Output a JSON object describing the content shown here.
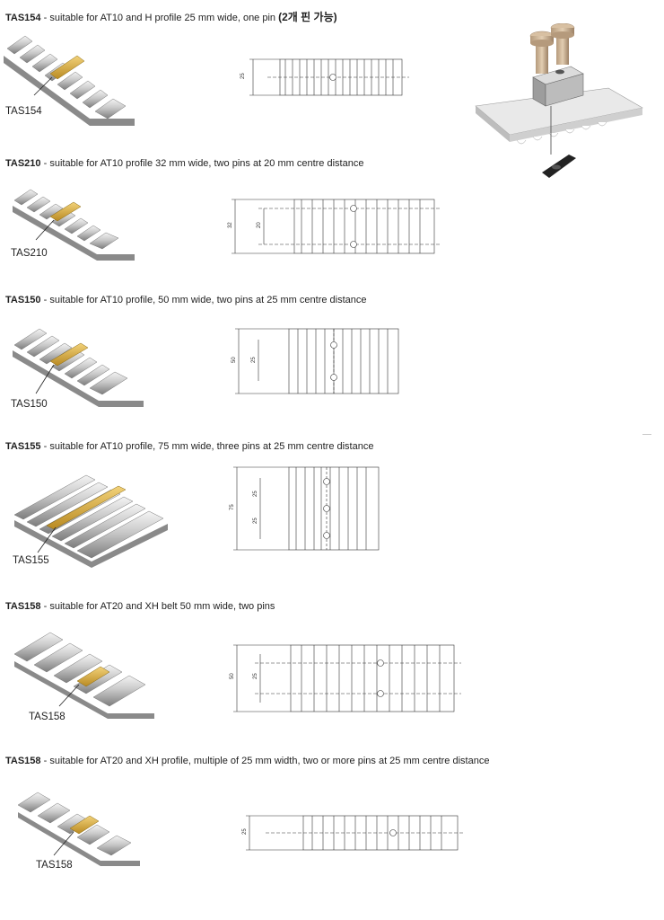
{
  "items": [
    {
      "code": "TAS154",
      "description": " - suitable for AT10 and H profile 25 mm wide, one pin",
      "note": "(2개 핀 가능)",
      "label": "TAS154",
      "dimensions": [
        "25"
      ]
    },
    {
      "code": "TAS210",
      "description": " - suitable for AT10 profile 32 mm wide, two pins at 20 mm centre distance",
      "note": "",
      "label": "TAS210",
      "dimensions": [
        "32",
        "20"
      ]
    },
    {
      "code": "TAS150",
      "description": " - suitable for AT10 profile, 50 mm wide, two pins at 25 mm centre distance",
      "note": "",
      "label": "TAS150",
      "dimensions": [
        "50",
        "25"
      ]
    },
    {
      "code": "TAS155",
      "description": " - suitable for AT10 profile, 75 mm wide, three pins at 25 mm centre distance",
      "note": "",
      "label": "TAS155",
      "dimensions": [
        "75",
        "25",
        "25"
      ]
    },
    {
      "code": "TAS158",
      "description": " - suitable for AT20 and XH belt 50 mm wide, two pins",
      "note": "",
      "label": "TAS158",
      "dimensions": [
        "50",
        "25"
      ]
    },
    {
      "code": "TAS158",
      "description": " - suitable for AT20 and XH profile, multiple of 25 mm width, two or more pins at 25 mm centre distance",
      "note": "",
      "label": "TAS158",
      "dimensions": [
        "25"
      ]
    }
  ]
}
